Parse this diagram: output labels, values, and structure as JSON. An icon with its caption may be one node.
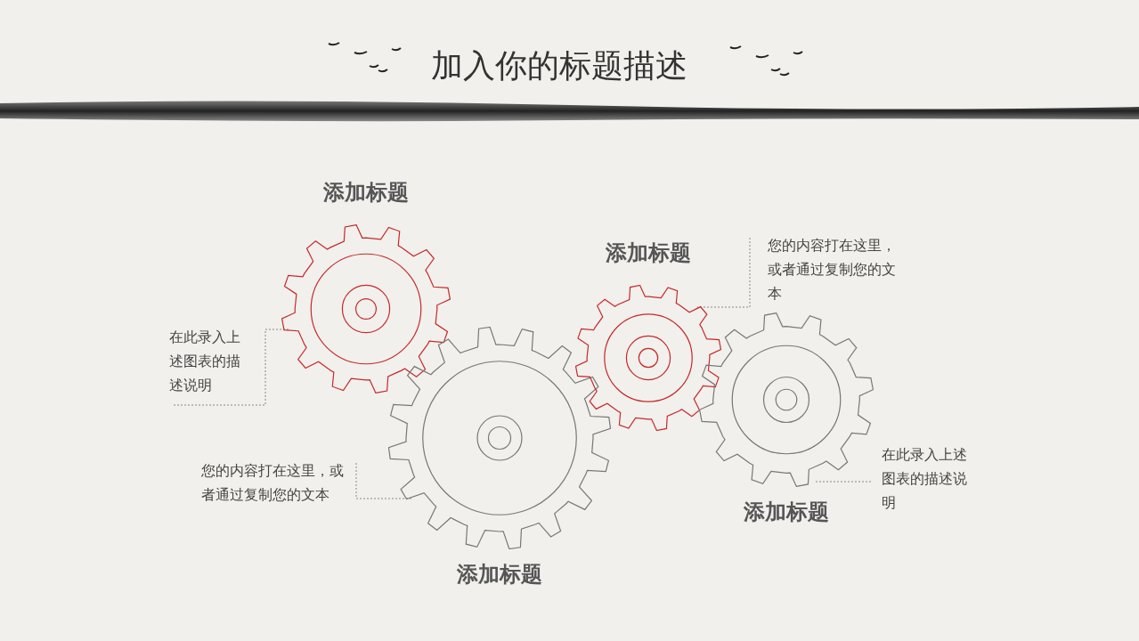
{
  "diagram": {
    "title": "加入你的标题描述",
    "nodes": [
      {
        "text": [
          "添加标题"
        ]
      },
      {
        "text": [
          "添加标题"
        ]
      },
      {
        "text": [
          "添加标题"
        ]
      },
      {
        "text": [
          "添加标题"
        ]
      },
      {
        "text": [
          "在此录入上述图表的描述说明"
        ]
      },
      {
        "text": [
          "您的内容打在这里，或者通过复制您的文本"
        ]
      },
      {
        "text": [
          "您的内容打在这里，或者通过复制您的文本"
        ]
      },
      {
        "text": [
          "在此录入上述图表的描述说明"
        ]
      }
    ],
    "edges": [
      {
        "from": 4,
        "to": 0,
        "arrow": "none",
        "style": "dashed"
      },
      {
        "from": 5,
        "to": 1,
        "arrow": "none",
        "style": "dashed"
      },
      {
        "from": 6,
        "to": 2,
        "arrow": "none",
        "style": "dashed"
      },
      {
        "from": 7,
        "to": 3,
        "arrow": "none",
        "style": "dashed"
      }
    ]
  }
}
